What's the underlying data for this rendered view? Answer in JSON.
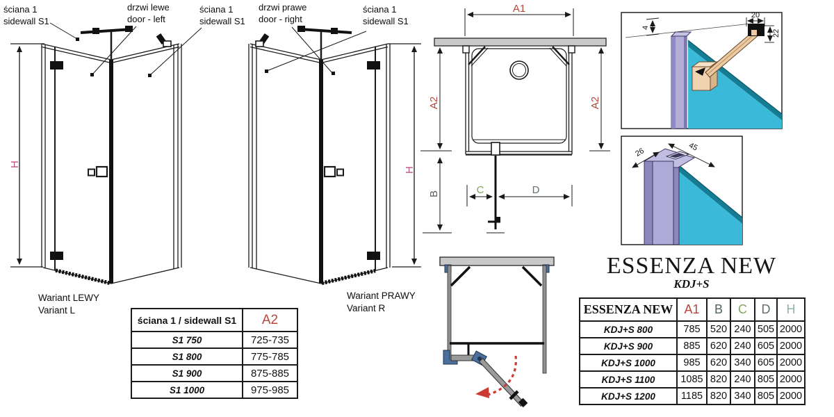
{
  "product": {
    "title": "ESSENZA NEW",
    "model": "KDJ+S"
  },
  "callouts": {
    "sidewall_left": {
      "line1": "ściana 1",
      "line2": "sidewall S1"
    },
    "door_left": {
      "line1": "drzwi lewe",
      "line2": "door - left"
    },
    "sidewall_mid": {
      "line1": "ściana 1",
      "line2": "sidewall S1"
    },
    "door_right": {
      "line1": "drzwi prawe",
      "line2": "door - right"
    },
    "sidewall_right": {
      "line1": "ściana 1",
      "line2": "sidewall S1"
    }
  },
  "captions": {
    "variant_left": {
      "line1": "Wariant LEWY",
      "line2": "Variant L"
    },
    "variant_right": {
      "line1": "Wariant PRAWY",
      "line2": "Variant R"
    }
  },
  "dimensions": {
    "h": "H",
    "a1": "A1",
    "a2": "A2",
    "b": "B",
    "c": "C",
    "d": "D"
  },
  "detail_dimensions": {
    "d4": "4",
    "d20": "20",
    "d22": "22",
    "d26": "26",
    "d45": "45"
  },
  "sidewall_table": {
    "header": {
      "name": "ściana 1 / sidewall S1",
      "a2": "A2"
    },
    "rows": [
      {
        "name": "S1 750",
        "a2": "725-735"
      },
      {
        "name": "S1 800",
        "a2": "775-785"
      },
      {
        "name": "S1 900",
        "a2": "875-885"
      },
      {
        "name": "S1 1000",
        "a2": "975-985"
      }
    ]
  },
  "main_table": {
    "header": {
      "name": "ESSENZA NEW",
      "a1": "A1",
      "b": "B",
      "c": "C",
      "d": "D",
      "h": "H"
    },
    "rows": [
      {
        "name": "KDJ+S 800",
        "a1": "785",
        "b": "520",
        "c": "240",
        "d": "505",
        "h": "2000"
      },
      {
        "name": "KDJ+S 900",
        "a1": "885",
        "b": "620",
        "c": "240",
        "d": "605",
        "h": "2000"
      },
      {
        "name": "KDJ+S 1000",
        "a1": "985",
        "b": "620",
        "c": "340",
        "d": "605",
        "h": "2000"
      },
      {
        "name": "KDJ+S 1100",
        "a1": "1085",
        "b": "820",
        "c": "240",
        "d": "805",
        "h": "2000"
      },
      {
        "name": "KDJ+S 1200",
        "a1": "1185",
        "b": "820",
        "c": "340",
        "d": "805",
        "h": "2000"
      }
    ]
  },
  "colors": {
    "dim_red": "#b9453a",
    "dim_pink": "#c0517e",
    "dim_dark": "#54625c",
    "dim_green": "#84a45f",
    "dim_gray": "#62706b",
    "dim_teal": "#8fb3ae",
    "glass_teal": "#3ab9d9",
    "profile_lavender": "#aea9d6",
    "bracket_tan": "#eccaa4",
    "wall_gray": "#c9c9c9",
    "steel_blue": "#4a6f9b",
    "swing_red": "#cc3b33"
  }
}
